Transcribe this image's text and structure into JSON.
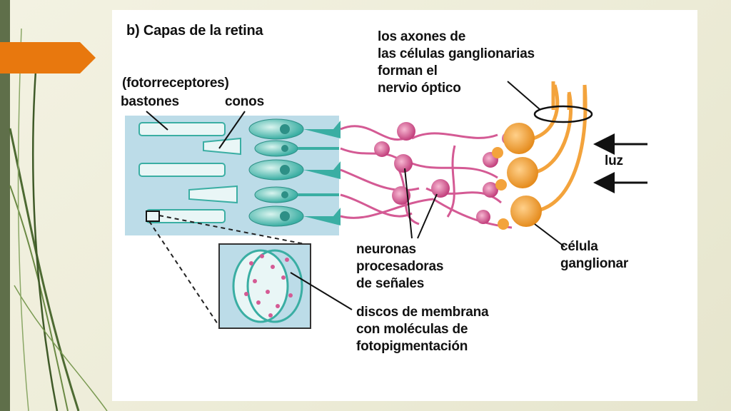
{
  "diagram": {
    "title": "b) Capas de la retina",
    "labels": {
      "fotorreceptores": "(fotorreceptores)",
      "bastones": "bastones",
      "conos": "conos",
      "axones_line1": "los axones de",
      "axones_line2": "las células ganglionarias",
      "axones_line3": "forman el",
      "axones_line4": "nervio óptico",
      "luz": "luz",
      "neuronas_line1": "neuronas",
      "neuronas_line2": "procesadoras",
      "neuronas_line3": "de señales",
      "ganglionar_line1": "célula",
      "ganglionar_line2": "ganglionar",
      "discos_line1": "discos de membrana",
      "discos_line2": "con moléculas de",
      "discos_line3": "fotopigmentación"
    }
  },
  "colors": {
    "sidebar": "#5f6f4a",
    "accent_tab": "#e8780e",
    "photoreceptor_bg": "#bcdce8",
    "photoreceptor": "#3aaea3",
    "neuron": "#d45a94",
    "ganglion": "#f3a33c"
  }
}
